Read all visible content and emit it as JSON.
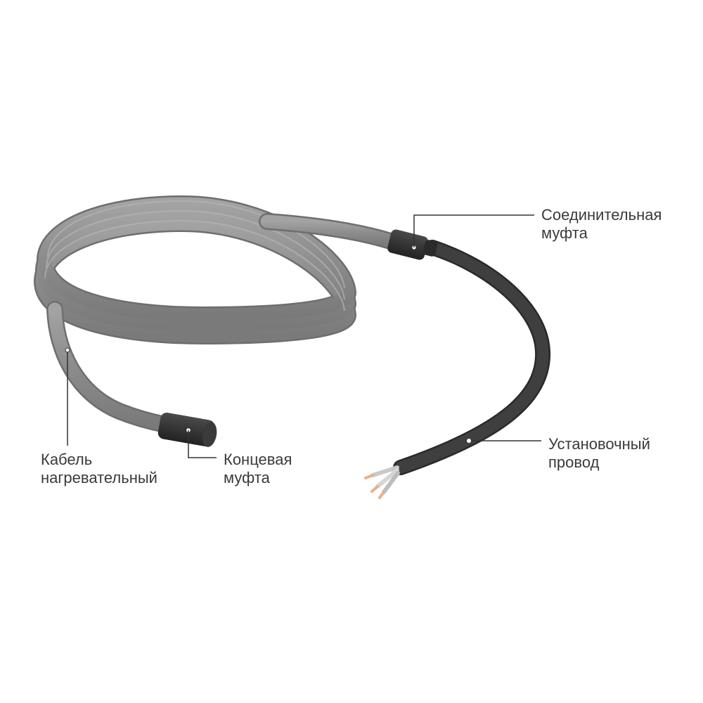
{
  "labels": {
    "connection_coupling": {
      "line1": "Соединительная",
      "line2": "муфта"
    },
    "installation_lead": {
      "line1": "Установочный",
      "line2": "провод"
    },
    "heating_cable": {
      "line1": "Кабель",
      "line2": "нагревательный"
    },
    "end_coupling": {
      "line1": "Концевая",
      "line2": "муфта"
    }
  },
  "colors": {
    "background": "#ffffff",
    "heating_cable": "#8e8e8e",
    "lead_wire": "#3b3b3b",
    "coupling": "#2e2e2e",
    "leader_line": "#333333",
    "text": "#3a3a3a"
  }
}
